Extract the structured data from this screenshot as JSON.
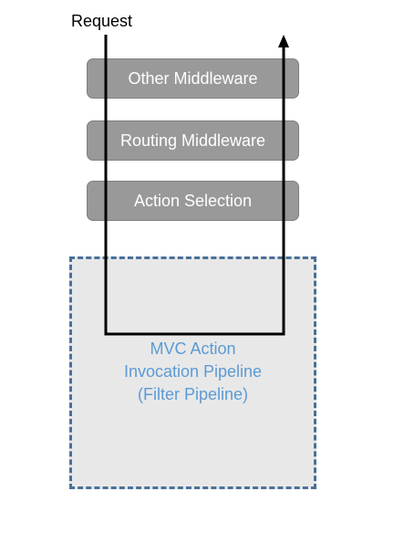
{
  "request_label": "Request",
  "stages": [
    {
      "label": "Other Middleware"
    },
    {
      "label": "Routing Middleware"
    },
    {
      "label": "Action Selection"
    }
  ],
  "pipeline": {
    "lines": [
      "MVC Action",
      "Invocation Pipeline",
      "(Filter Pipeline)"
    ]
  },
  "colors": {
    "stage_fill": "#999999",
    "stage_text": "#ffffff",
    "pipeline_fill": "#e8e8e8",
    "pipeline_border": "#4a7098",
    "pipeline_text": "#5b9bd5",
    "flow_line": "#000000"
  }
}
